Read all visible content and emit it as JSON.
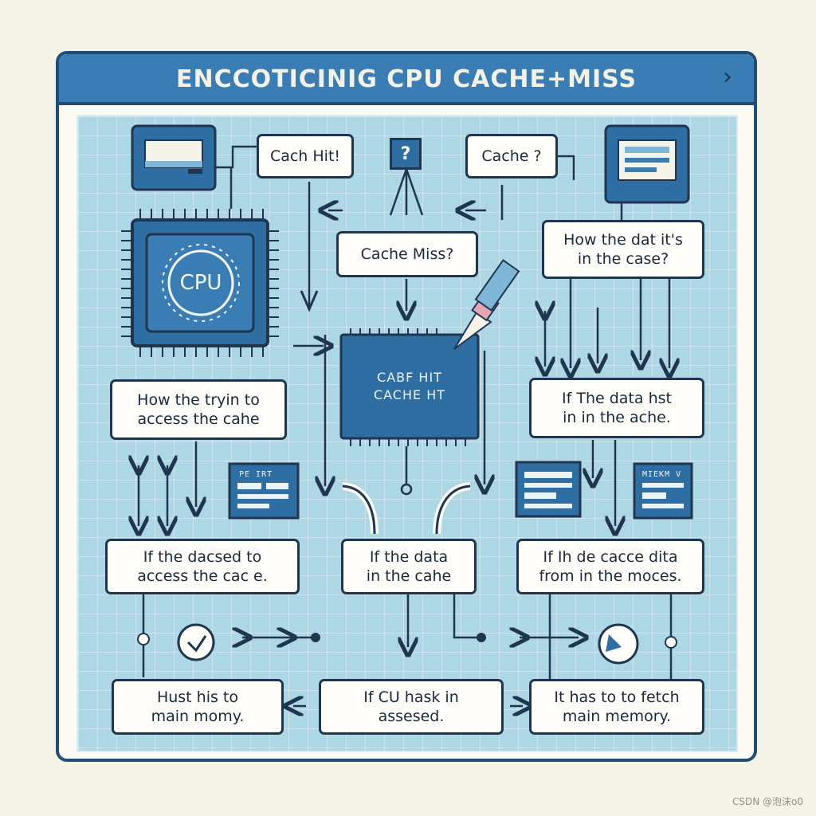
{
  "window": {
    "title": "ENCCOTICINIG  CPU CACHE+MISS"
  },
  "nodes": {
    "cpu_label": "CPU",
    "question_mark": "?",
    "cache_hit_top": "Cach Hit!",
    "cache_question": "Cache ?",
    "cache_miss": "Cache Miss?",
    "how_data": "How the dat it's\nin the case?",
    "chip_text": "CABF HIT\nCACHE HT",
    "how_trying": "How the tryin to\naccess the cahe",
    "if_data_hst": "If The data hst\nin in the ache.",
    "panel_left_text": "PE IRT",
    "panel_right_text": "MIEKM V",
    "if_dacsed": "If the dacsed to\naccess the cac e.",
    "if_data_cache": "If the data\nin the cahe",
    "if_ih_de": "If Ih de cacce dita\nfrom in the moces.",
    "hust_his": "Hust his to\nmain momy.",
    "if_cu_hask": "If CU  hask in\nassesed.",
    "it_has": "It has to to fetch\nmain memory."
  },
  "watermark": "CSDN @泡沫o0",
  "colors": {
    "frame": "#1f4d73",
    "title_bar": "#3a7db5",
    "grid_bg": "#aed7e6",
    "chip_blue": "#2f6ea3",
    "ink": "#1f3550"
  }
}
